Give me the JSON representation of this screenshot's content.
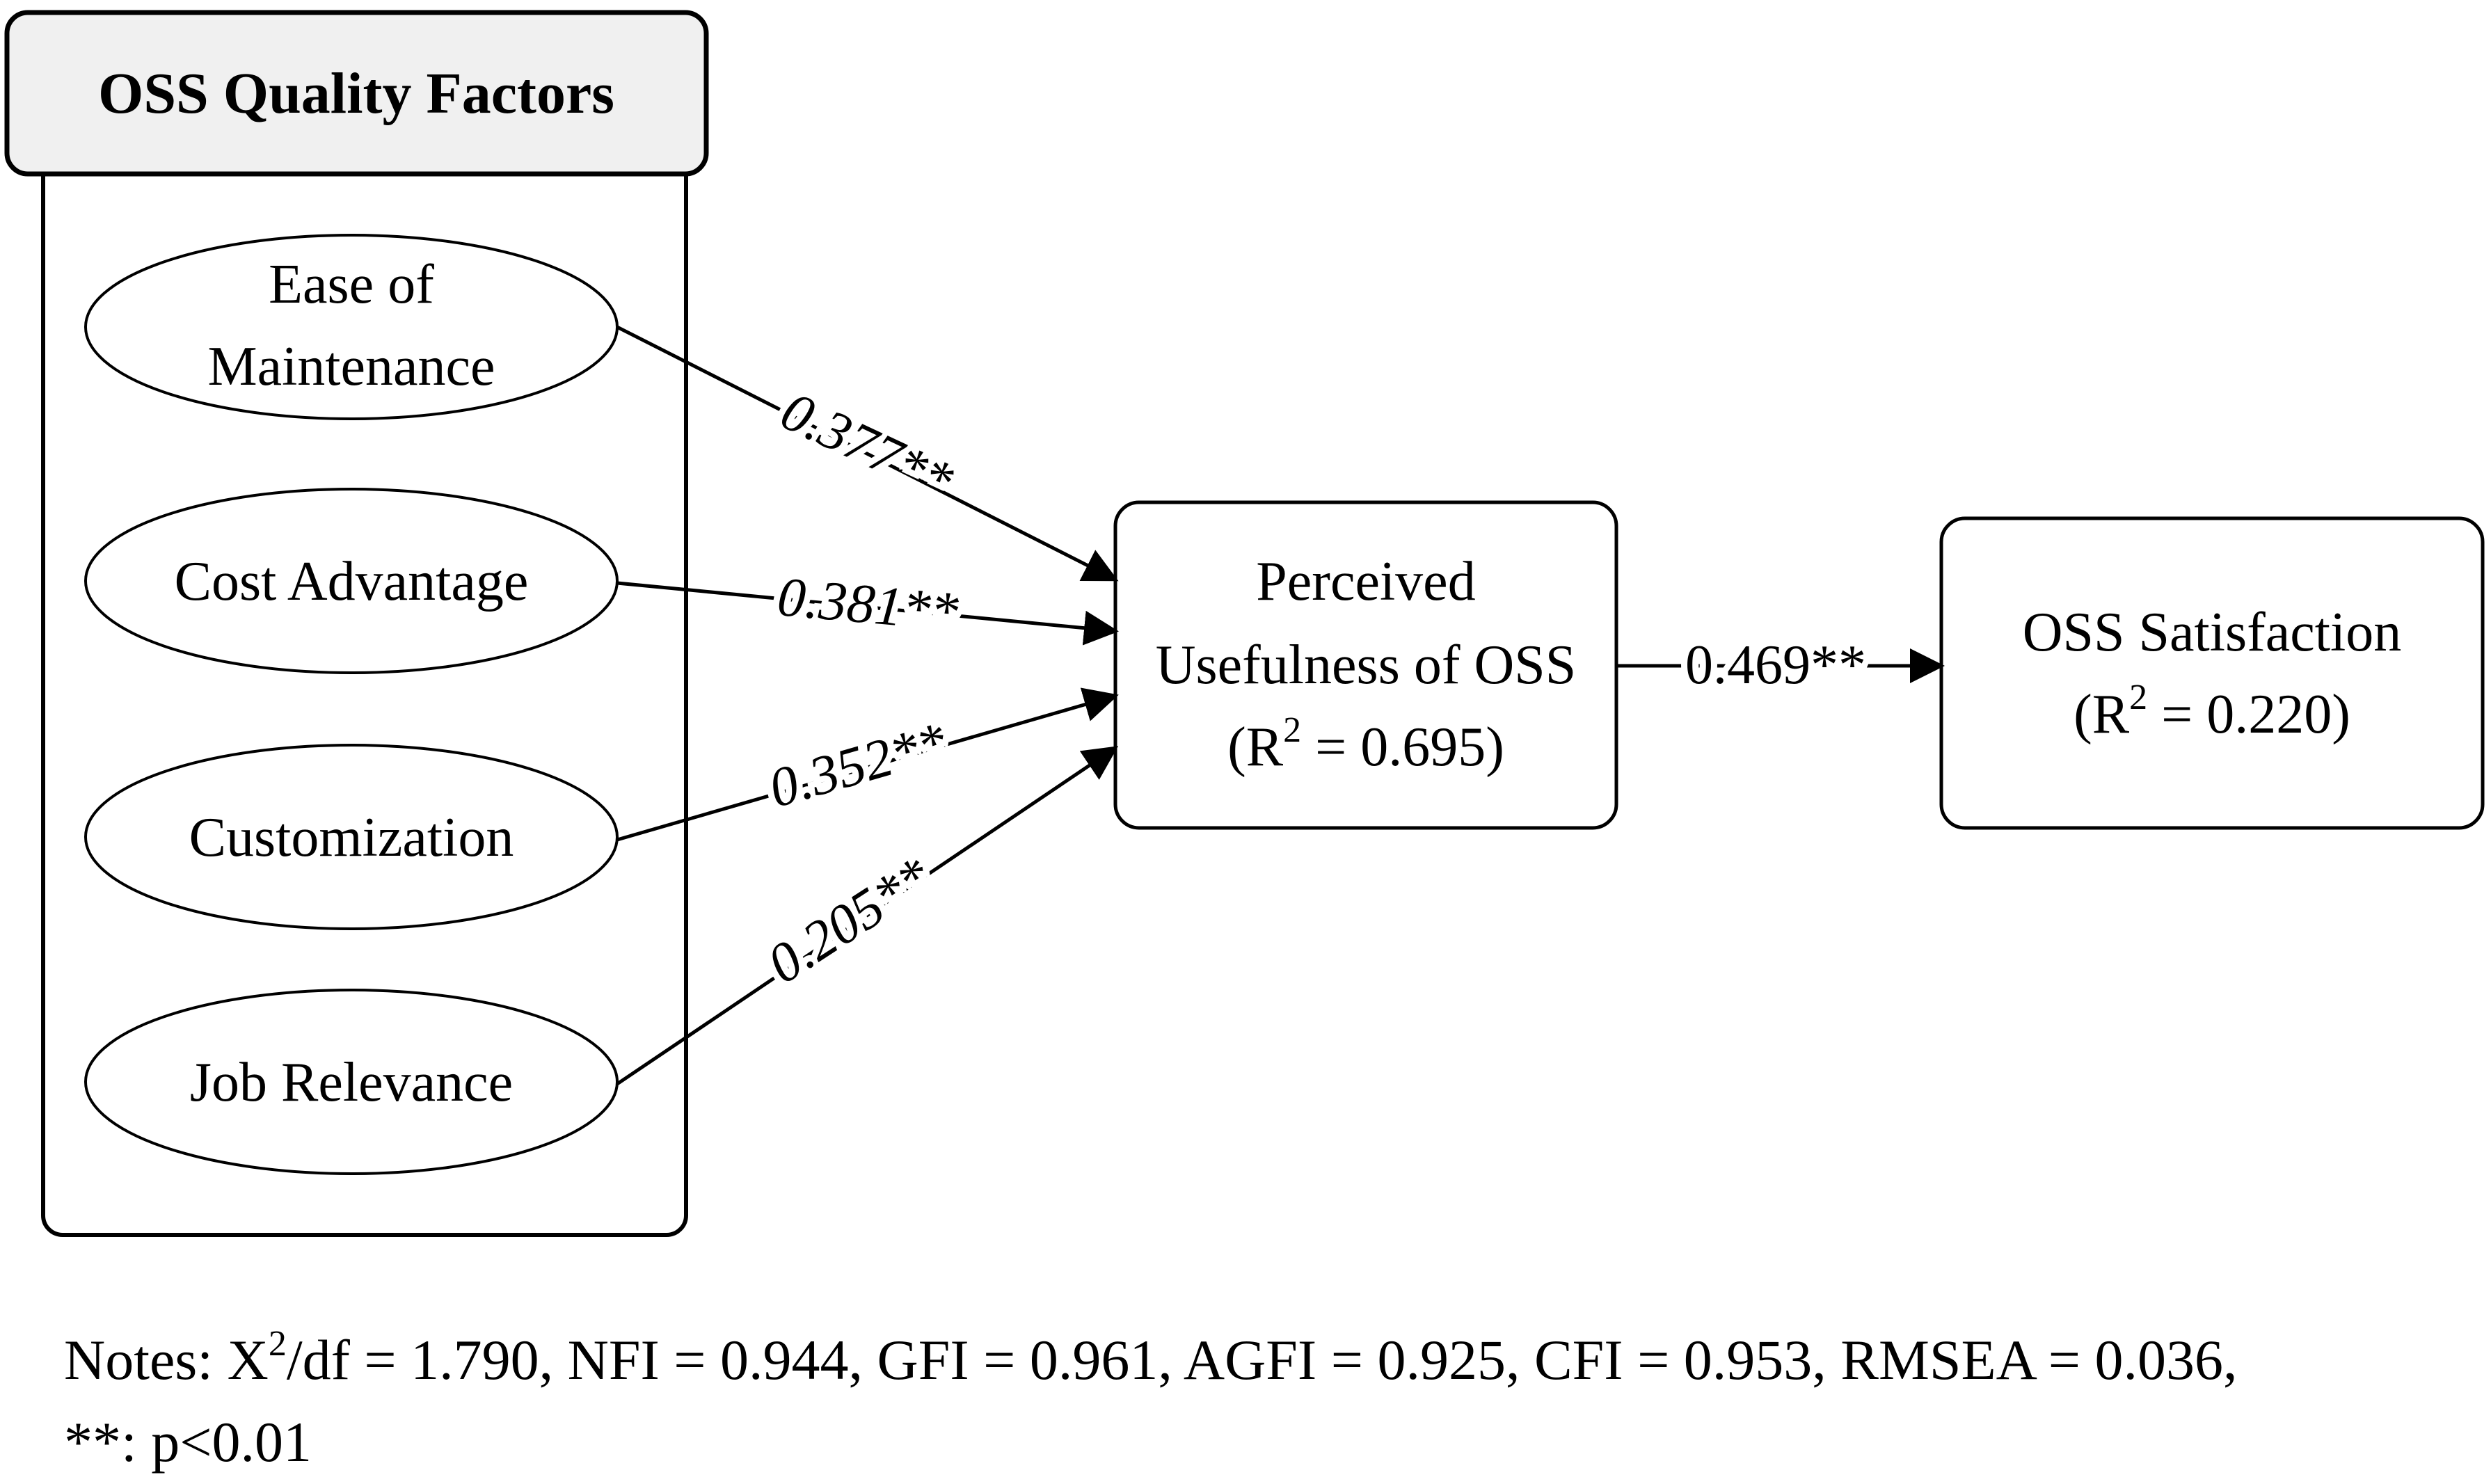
{
  "group": {
    "title": "OSS Quality Factors",
    "factors": [
      {
        "id": "ease",
        "lines": [
          "Ease of",
          "Maintenance"
        ]
      },
      {
        "id": "cost",
        "lines": [
          "Cost Advantage"
        ]
      },
      {
        "id": "custom",
        "lines": [
          "Customization"
        ]
      },
      {
        "id": "job",
        "lines": [
          "Job Relevance"
        ]
      }
    ]
  },
  "perceived": {
    "line1": "Perceived",
    "line2": "Usefulness of OSS",
    "r2_prefix": "(R",
    "r2_sup": "2",
    "r2_suffix": " = 0.695)"
  },
  "satisfaction": {
    "line1": "OSS Satisfaction",
    "r2_prefix": "(R",
    "r2_sup": "2",
    "r2_suffix": " = 0.220)"
  },
  "paths": [
    {
      "from": "ease",
      "to": "perceived",
      "label": "0.377**"
    },
    {
      "from": "cost",
      "to": "perceived",
      "label": "0.381**"
    },
    {
      "from": "custom",
      "to": "perceived",
      "label": "0.352**"
    },
    {
      "from": "job",
      "to": "perceived",
      "label": "0.205**"
    },
    {
      "from": "perceived",
      "to": "satisfaction",
      "label": "0.469**"
    }
  ],
  "notes": {
    "prefix": "Notes: X",
    "sup": "2",
    "rest": "/df = 1.790, NFI = 0.944, GFI = 0.961, AGFI = 0.925, CFI = 0.953, RMSEA = 0.036,",
    "line2": "**: p<0.01"
  }
}
